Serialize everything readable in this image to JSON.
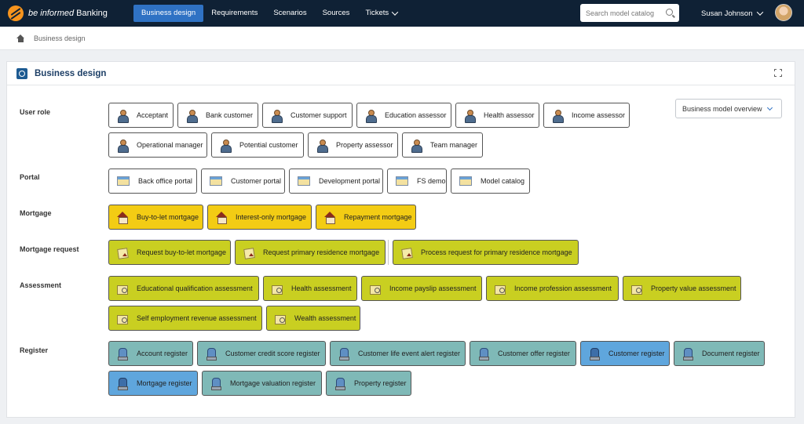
{
  "brand": {
    "name": "be informed",
    "suffix": "Banking"
  },
  "nav": [
    {
      "label": "Business design",
      "active": true
    },
    {
      "label": "Requirements"
    },
    {
      "label": "Scenarios"
    },
    {
      "label": "Sources"
    },
    {
      "label": "Tickets",
      "dropdown": true
    }
  ],
  "search": {
    "placeholder": "Search model catalog"
  },
  "user": {
    "name": "Susan Johnson"
  },
  "breadcrumb": {
    "current": "Business design"
  },
  "panel": {
    "title": "Business design",
    "overview_label": "Business model overview"
  },
  "sections": {
    "user_role": {
      "label": "User role",
      "items": [
        "Acceptant",
        "Bank customer",
        "Customer support",
        "Education assessor",
        "Health assessor",
        "Income assessor",
        "Operational manager",
        "Potential customer",
        "Property assessor",
        "Team manager"
      ]
    },
    "portal": {
      "label": "Portal",
      "items": [
        "Back office portal",
        "Customer portal",
        "Development portal",
        "FS demo",
        "Model catalog"
      ]
    },
    "mortgage": {
      "label": "Mortgage",
      "items": [
        "Buy-to-let mortgage",
        "Interest-only mortgage",
        "Repayment mortgage"
      ]
    },
    "mortgage_request": {
      "label": "Mortgage request",
      "items": [
        "Request buy-to-let mortgage",
        "Request primary residence mortgage",
        "Process request for primary residence mortgage"
      ]
    },
    "assessment": {
      "label": "Assessment",
      "items": [
        "Educational qualification assessment",
        "Health assessment",
        "Income payslip assessment",
        "Income profession assessment",
        "Property value assessment",
        "Self employment revenue assessment",
        "Wealth assessment"
      ]
    },
    "register": {
      "label": "Register",
      "items": [
        "Account register",
        "Customer credit score register",
        "Customer life event alert register",
        "Customer offer register",
        "Customer register",
        "Document register",
        "Mortgage register",
        "Mortgage valuation register",
        "Property register"
      ]
    }
  }
}
